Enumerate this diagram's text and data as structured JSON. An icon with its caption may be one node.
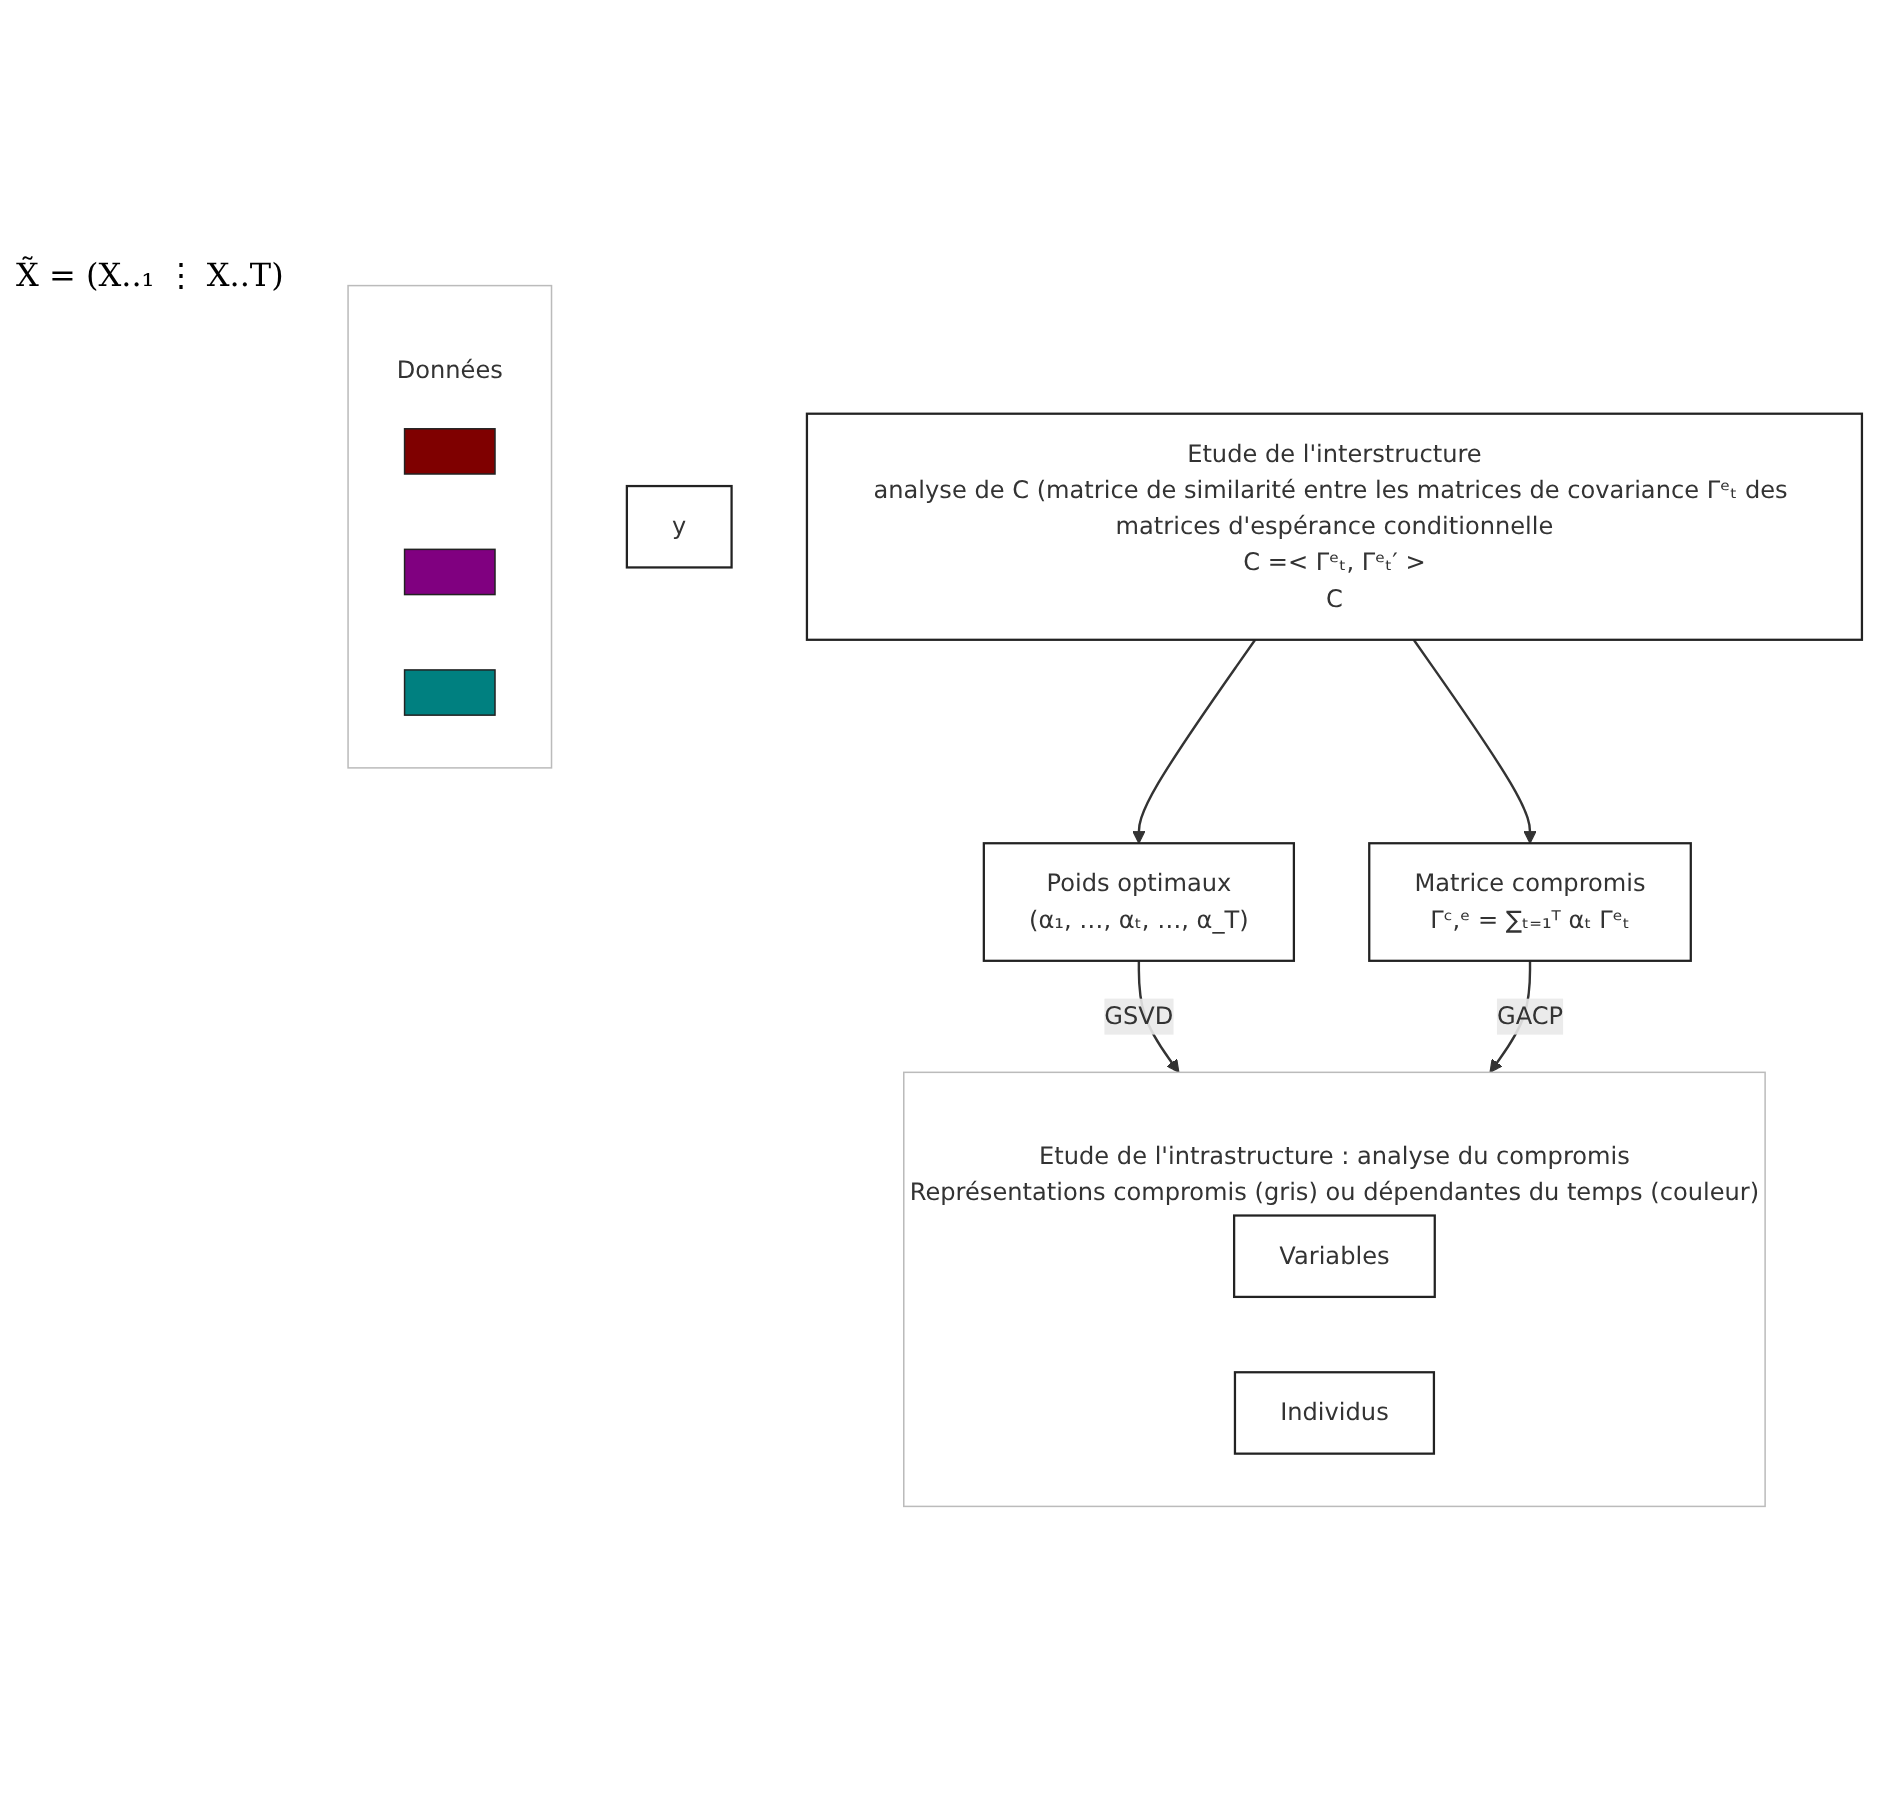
{
  "diagram": {
    "nodes": [
      {
        "text": [
          "Données"
        ]
      },
      {
        "text": [],
        "shape": "box",
        "in": 0
      },
      {
        "text": [],
        "shape": "box",
        "in": 0
      },
      {
        "text": [],
        "shape": "box",
        "in": 0
      },
      {
        "text": [
          "y"
        ]
      },
      {
        "text": [
          "Etude de l'interstructure",
          "analyse de C (matrice de similarité entre les matrices de covariance Γᵉₜ des matrices d'espérance conditionnelle",
          "C =< Γᵉₜ, Γᵉₜ′ >",
          "C"
        ]
      },
      {
        "text": [
          "Poids optimaux",
          "(α₁, …, αₜ, …, α_T)"
        ]
      },
      {
        "text": [
          "Matrice compromis",
          "Γᶜ,ᵉ = ∑ₜ₌₁ᵀ αₜ Γᵉₜ"
        ]
      },
      {
        "text": [
          "Etude de l'intrastructure : analyse du compromis",
          "Représentations compromis (gris) ou dépendantes du temps (couleur)"
        ]
      },
      {
        "text": [
          "Variables"
        ],
        "in": 8
      },
      {
        "text": [
          "Individus"
        ],
        "in": 8
      }
    ],
    "edges": [
      {
        "from": 5,
        "to": 6,
        "arrow": "to"
      },
      {
        "from": 5,
        "to": 7,
        "arrow": "to"
      },
      {
        "from": 6,
        "to": 8,
        "arrow": "to",
        "label": "GSVD"
      },
      {
        "from": 7,
        "to": 8,
        "arrow": "to",
        "label": "GACP"
      }
    ],
    "labels": [
      "X̃ = (X..₁ ⋮ X..T)"
    ]
  }
}
